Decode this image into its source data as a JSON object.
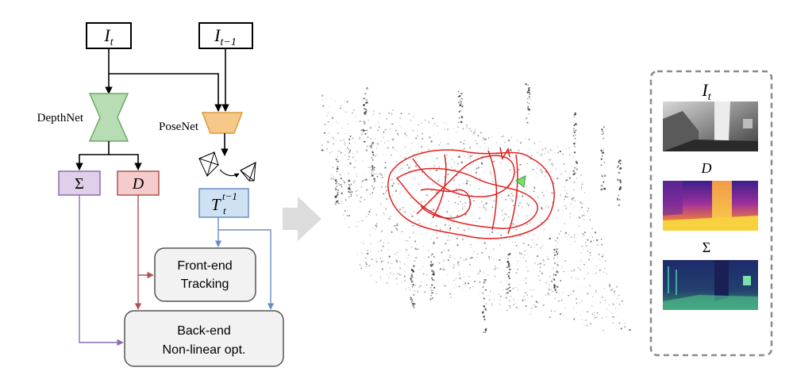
{
  "inputs": {
    "current_frame": {
      "base": "I",
      "sub": "t"
    },
    "previous_frame": {
      "base": "I",
      "sub": "t−1"
    }
  },
  "networks": {
    "depth_net": "DepthNet",
    "pose_net": "PoseNet"
  },
  "outputs": {
    "uncertainty": "Σ",
    "depth": "D",
    "pose": {
      "base": "T",
      "sub": "t",
      "sup": "t−1"
    }
  },
  "modules": {
    "frontend": [
      "Front-end",
      "Tracking"
    ],
    "backend": [
      "Back-end",
      "Non-linear opt."
    ]
  },
  "side_panel": {
    "image_label": {
      "base": "I",
      "sub": "t"
    },
    "depth_label": "D",
    "uncertainty_label": "Σ"
  },
  "colors": {
    "depthnet": "#b8dcb4",
    "posenet": "#f6c98b",
    "uncertainty": "#ddd0e8",
    "depth": "#f4cccc",
    "pose": "#cfe2f3",
    "uncertainty_arrow": "#8e6bb0",
    "depth_arrow": "#b05050",
    "pose_arrow": "#6c8ebf",
    "trajectory": "#e02020"
  }
}
